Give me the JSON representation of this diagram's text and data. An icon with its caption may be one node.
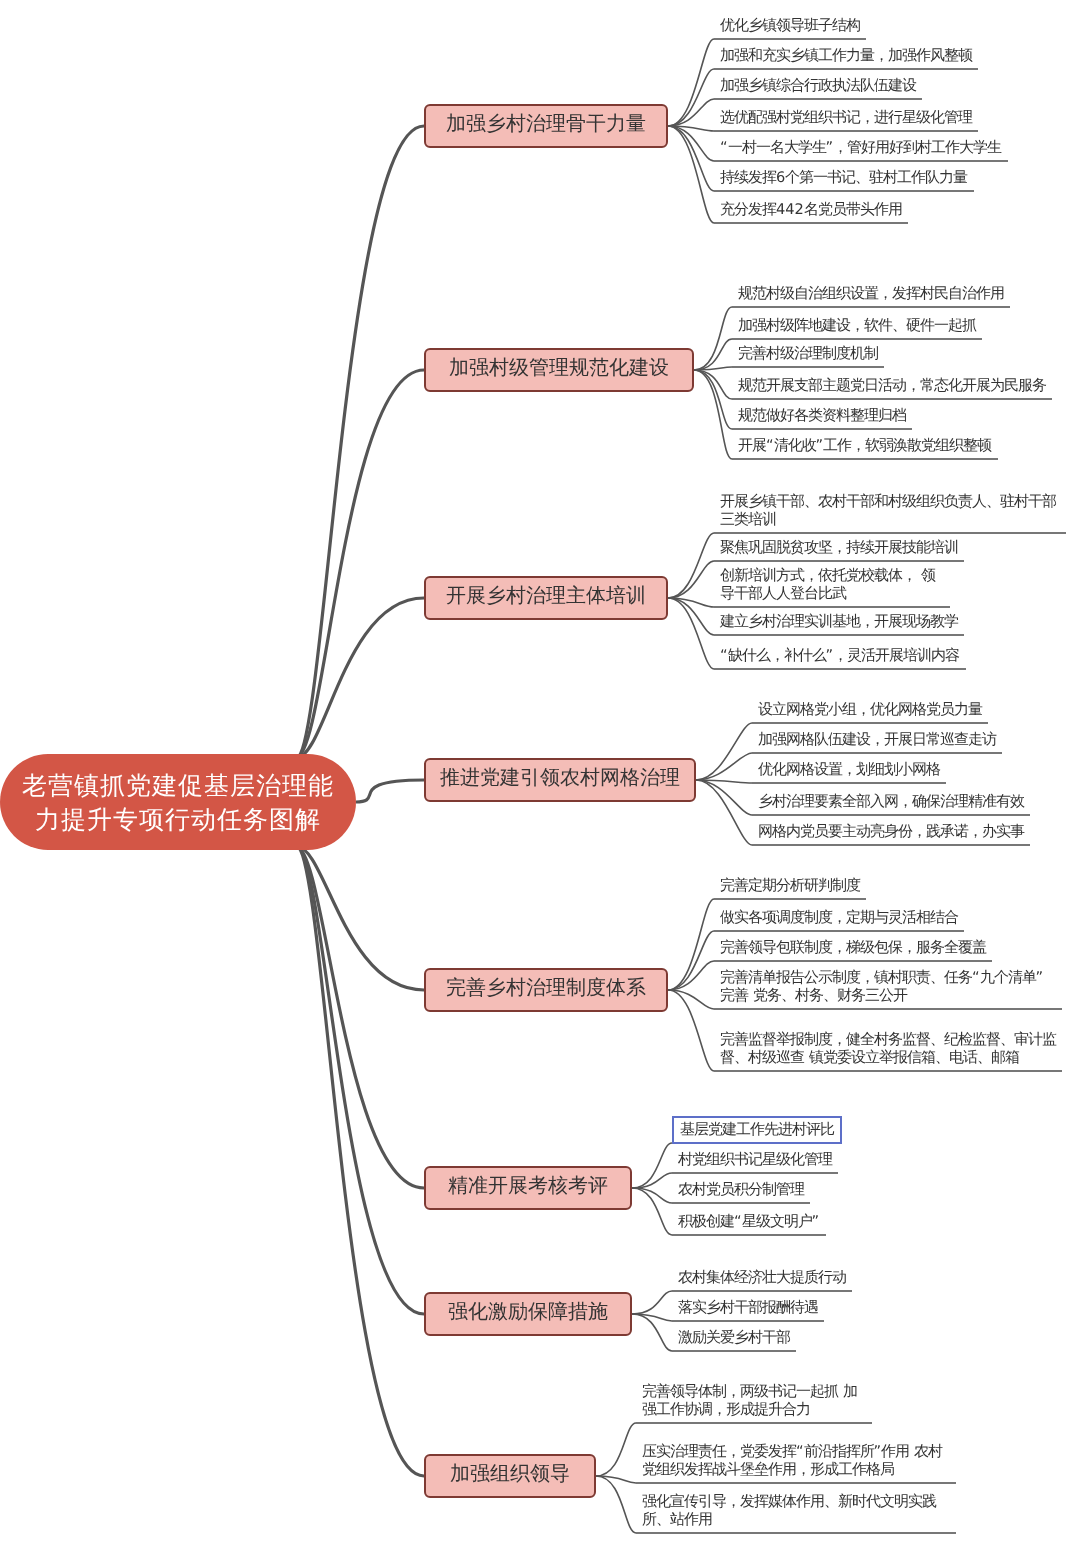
{
  "diagram": {
    "nodes": [
      {
        "text": [
          "老营镇抓党建促基层治理能力提升专项行动任务图解"
        ]
      },
      {
        "text": [
          "加强乡村治理骨干力量"
        ]
      },
      {
        "text": [
          "优化乡镇领导班子结构"
        ]
      },
      {
        "text": [
          "加强和充实乡镇工作力量，加强作风整顿"
        ]
      },
      {
        "text": [
          "加强乡镇综合行政执法队伍建设"
        ]
      },
      {
        "text": [
          "选优配强村党组织书记，进行星级化管理"
        ]
      },
      {
        "text": [
          "“一村一名大学生”，管好用好到村工作大学生"
        ]
      },
      {
        "text": [
          "持续发挥6个第一书记、驻村工作队力量"
        ]
      },
      {
        "text": [
          "充分发挥442名党员带头作用"
        ]
      },
      {
        "text": [
          "加强村级管理规范化建设"
        ]
      },
      {
        "text": [
          "规范村级自治组织设置，发挥村民自治作用"
        ]
      },
      {
        "text": [
          "加强村级阵地建设，软件、硬件一起抓"
        ]
      },
      {
        "text": [
          "完善村级治理制度机制"
        ]
      },
      {
        "text": [
          "规范开展支部主题党日活动，常态化开展为民服务"
        ]
      },
      {
        "text": [
          "规范做好各类资料整理归档"
        ]
      },
      {
        "text": [
          "开展“清化收”工作，软弱涣散党组织整顿"
        ]
      },
      {
        "text": [
          "开展乡村治理主体培训"
        ]
      },
      {
        "text": [
          "开展乡镇干部、农村干部和村级组织负责人、驻村干部三类培训"
        ]
      },
      {
        "text": [
          "聚焦巩固脱贫攻坚，持续开展技能培训"
        ]
      },
      {
        "text": [
          "创新培训方式，依托党校载体， 领导干部人人登台比武"
        ]
      },
      {
        "text": [
          "建立乡村治理实训基地，开展现场教学"
        ]
      },
      {
        "text": [
          "“缺什么，补什么”，灵活开展培训内容"
        ]
      },
      {
        "text": [
          "推进党建引领农村网格治理"
        ]
      },
      {
        "text": [
          "设立网格党小组，优化网格党员力量"
        ]
      },
      {
        "text": [
          "加强网格队伍建设，开展日常巡查走访"
        ]
      },
      {
        "text": [
          "优化网格设置，划细划小网格"
        ]
      },
      {
        "text": [
          "乡村治理要素全部入网，确保治理精准有效"
        ]
      },
      {
        "text": [
          "网格内党员要主动亮身份，践承诺，办实事"
        ]
      },
      {
        "text": [
          "完善乡村治理制度体系"
        ]
      },
      {
        "text": [
          "完善定期分析研判制度"
        ]
      },
      {
        "text": [
          "做实各项调度制度，定期与灵活相结合"
        ]
      },
      {
        "text": [
          "完善领导包联制度，梯级包保，服务全覆盖"
        ]
      },
      {
        "text": [
          "完善清单报告公示制度，镇村职责、任务“九个清单” 完善 党务、村务、财务三公开"
        ]
      },
      {
        "text": [
          "完善监督举报制度，健全村务监督、纪检监督、审计监督、村级巡查 镇党委设立举报信箱、电话、邮箱"
        ]
      },
      {
        "text": [
          "精准开展考核考评"
        ]
      },
      {
        "text": [
          "基层党建工作先进村评比"
        ]
      },
      {
        "text": [
          "村党组织书记星级化管理"
        ]
      },
      {
        "text": [
          "农村党员积分制管理"
        ]
      },
      {
        "text": [
          "积极创建“星级文明户”"
        ]
      },
      {
        "text": [
          "强化激励保障措施"
        ]
      },
      {
        "text": [
          "农村集体经济壮大提质行动"
        ]
      },
      {
        "text": [
          "落实乡村干部报酬待遇"
        ]
      },
      {
        "text": [
          "激励关爱乡村干部"
        ]
      },
      {
        "text": [
          "加强组织领导"
        ]
      },
      {
        "text": [
          "完善领导体制，两级书记一起抓 加强工作协调，形成提升合力"
        ]
      },
      {
        "text": [
          "压实治理责任，党委发挥“前沿指挥所”作用 农村党组织发挥战斗堡垒作用，形成工作格局"
        ]
      },
      {
        "text": [
          "强化宣传引导，发挥媒体作用、新时代文明实践所、站作用"
        ]
      }
    ],
    "edges": [
      {
        "from": 0,
        "to": 1,
        "arrow": "none"
      },
      {
        "from": 0,
        "to": 9,
        "arrow": "none"
      },
      {
        "from": 0,
        "to": 16,
        "arrow": "none"
      },
      {
        "from": 0,
        "to": 22,
        "arrow": "none"
      },
      {
        "from": 0,
        "to": 28,
        "arrow": "none"
      },
      {
        "from": 0,
        "to": 34,
        "arrow": "none"
      },
      {
        "from": 0,
        "to": 39,
        "arrow": "none"
      },
      {
        "from": 0,
        "to": 43,
        "arrow": "none"
      },
      {
        "from": 1,
        "to": 2,
        "arrow": "none"
      },
      {
        "from": 1,
        "to": 3,
        "arrow": "none"
      },
      {
        "from": 1,
        "to": 4,
        "arrow": "none"
      },
      {
        "from": 1,
        "to": 5,
        "arrow": "none"
      },
      {
        "from": 1,
        "to": 6,
        "arrow": "none"
      },
      {
        "from": 1,
        "to": 7,
        "arrow": "none"
      },
      {
        "from": 1,
        "to": 8,
        "arrow": "none"
      },
      {
        "from": 9,
        "to": 10,
        "arrow": "none"
      },
      {
        "from": 9,
        "to": 11,
        "arrow": "none"
      },
      {
        "from": 9,
        "to": 12,
        "arrow": "none"
      },
      {
        "from": 9,
        "to": 13,
        "arrow": "none"
      },
      {
        "from": 9,
        "to": 14,
        "arrow": "none"
      },
      {
        "from": 9,
        "to": 15,
        "arrow": "none"
      },
      {
        "from": 16,
        "to": 17,
        "arrow": "none"
      },
      {
        "from": 16,
        "to": 18,
        "arrow": "none"
      },
      {
        "from": 16,
        "to": 19,
        "arrow": "none"
      },
      {
        "from": 16,
        "to": 20,
        "arrow": "none"
      },
      {
        "from": 16,
        "to": 21,
        "arrow": "none"
      },
      {
        "from": 22,
        "to": 23,
        "arrow": "none"
      },
      {
        "from": 22,
        "to": 24,
        "arrow": "none"
      },
      {
        "from": 22,
        "to": 25,
        "arrow": "none"
      },
      {
        "from": 22,
        "to": 26,
        "arrow": "none"
      },
      {
        "from": 22,
        "to": 27,
        "arrow": "none"
      },
      {
        "from": 28,
        "to": 29,
        "arrow": "none"
      },
      {
        "from": 28,
        "to": 30,
        "arrow": "none"
      },
      {
        "from": 28,
        "to": 31,
        "arrow": "none"
      },
      {
        "from": 28,
        "to": 32,
        "arrow": "none"
      },
      {
        "from": 28,
        "to": 33,
        "arrow": "none"
      },
      {
        "from": 34,
        "to": 35,
        "arrow": "none"
      },
      {
        "from": 34,
        "to": 36,
        "arrow": "none"
      },
      {
        "from": 34,
        "to": 37,
        "arrow": "none"
      },
      {
        "from": 34,
        "to": 38,
        "arrow": "none"
      },
      {
        "from": 39,
        "to": 40,
        "arrow": "none"
      },
      {
        "from": 39,
        "to": 41,
        "arrow": "none"
      },
      {
        "from": 39,
        "to": 42,
        "arrow": "none"
      },
      {
        "from": 43,
        "to": 44,
        "arrow": "none"
      },
      {
        "from": 43,
        "to": 45,
        "arrow": "none"
      },
      {
        "from": 43,
        "to": 46,
        "arrow": "none"
      }
    ]
  }
}
